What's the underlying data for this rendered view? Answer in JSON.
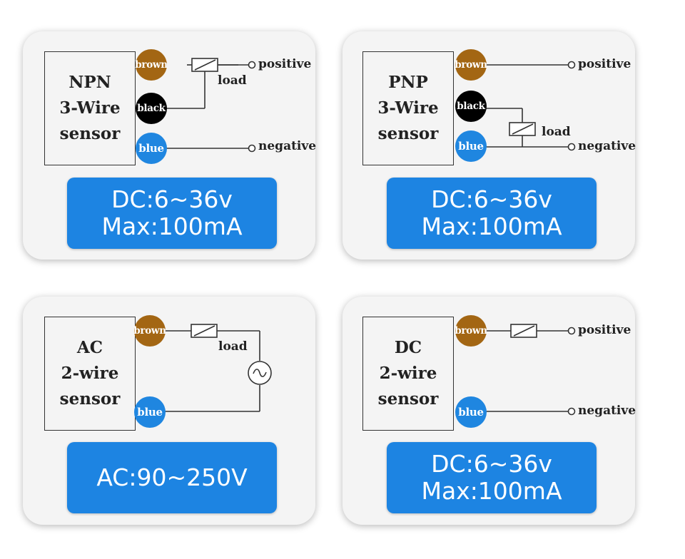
{
  "colors": {
    "panel_bg": "#f4f4f4",
    "spec_bg": "#1d84e2",
    "brown": "#a36613",
    "black": "#000000",
    "blue": "#1f86e0",
    "line": "#333333"
  },
  "panels": [
    {
      "sensor_lines": [
        "NPN",
        "3-Wire",
        "sensor"
      ],
      "wires": {
        "brown": "brown",
        "black": "black",
        "blue": "blue"
      },
      "terminals": {
        "positive": "positive",
        "negative": "negative",
        "load": "load"
      },
      "spec_lines": [
        "DC:6~36v",
        "Max:100mA"
      ]
    },
    {
      "sensor_lines": [
        "PNP",
        "3-Wire",
        "sensor"
      ],
      "wires": {
        "brown": "brown",
        "black": "black",
        "blue": "blue"
      },
      "terminals": {
        "positive": "positive",
        "negative": "negative",
        "load": "load"
      },
      "spec_lines": [
        "DC:6~36v",
        "Max:100mA"
      ]
    },
    {
      "sensor_lines": [
        "AC",
        "2-wire",
        "sensor"
      ],
      "wires": {
        "brown": "brown",
        "blue": "blue"
      },
      "terminals": {
        "load": "load",
        "ac_source_icon": "ac-source-icon"
      },
      "spec_lines": [
        "AC:90~250V"
      ]
    },
    {
      "sensor_lines": [
        "DC",
        "2-wire",
        "sensor"
      ],
      "wires": {
        "brown": "brown",
        "blue": "blue"
      },
      "terminals": {
        "positive": "positive",
        "negative": "negative"
      },
      "spec_lines": [
        "DC:6~36v",
        "Max:100mA"
      ]
    }
  ]
}
